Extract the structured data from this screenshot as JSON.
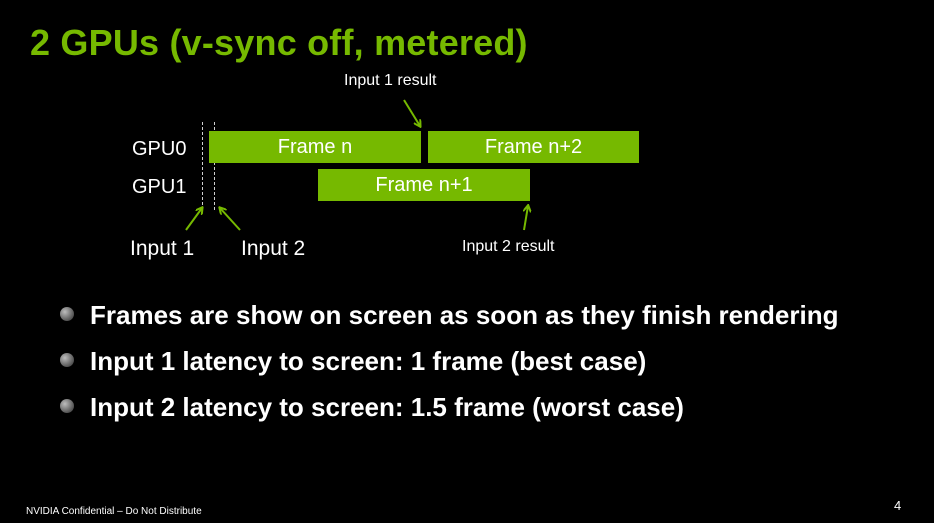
{
  "slide": {
    "title": "2 GPUs (v-sync off, metered)",
    "footer": "NVIDIA Confidential – Do Not Distribute",
    "page_number": "4"
  },
  "diagram": {
    "gpu_labels": [
      "GPU0",
      "GPU1"
    ],
    "frames": {
      "gpu0_a": "Frame n",
      "gpu0_b": "Frame n+2",
      "gpu1_a": "Frame n+1"
    },
    "annotations": {
      "input1": "Input 1",
      "input2": "Input 2",
      "input1_result": "Input 1 result",
      "input2_result": "Input 2 result"
    },
    "colors": {
      "accent": "#76b900",
      "background": "#000000",
      "text": "#ffffff"
    }
  },
  "bullets": [
    "Frames are show on screen as soon as they finish rendering",
    "Input 1 latency to screen: 1 frame (best case)",
    "Input 2 latency to screen: 1.5 frame (worst case)"
  ]
}
